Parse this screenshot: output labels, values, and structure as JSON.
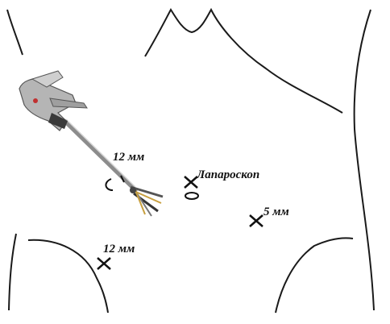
{
  "labels": {
    "port_instrument": "12 мм",
    "port_laparoscope": "Лапароскоп",
    "port_right": "5 мм",
    "port_lower_left": "12 мм"
  },
  "colors": {
    "outline": "#1a1a1a",
    "marker": "#111111",
    "instrument_metal": "#9a9a9a",
    "instrument_dark": "#333333",
    "instrument_accent": "#c8a040"
  },
  "icons": {
    "port_marker": "x-mark",
    "laparoscope_port": "ellipse-ring",
    "instrument": "laparoscopic-stapler"
  }
}
